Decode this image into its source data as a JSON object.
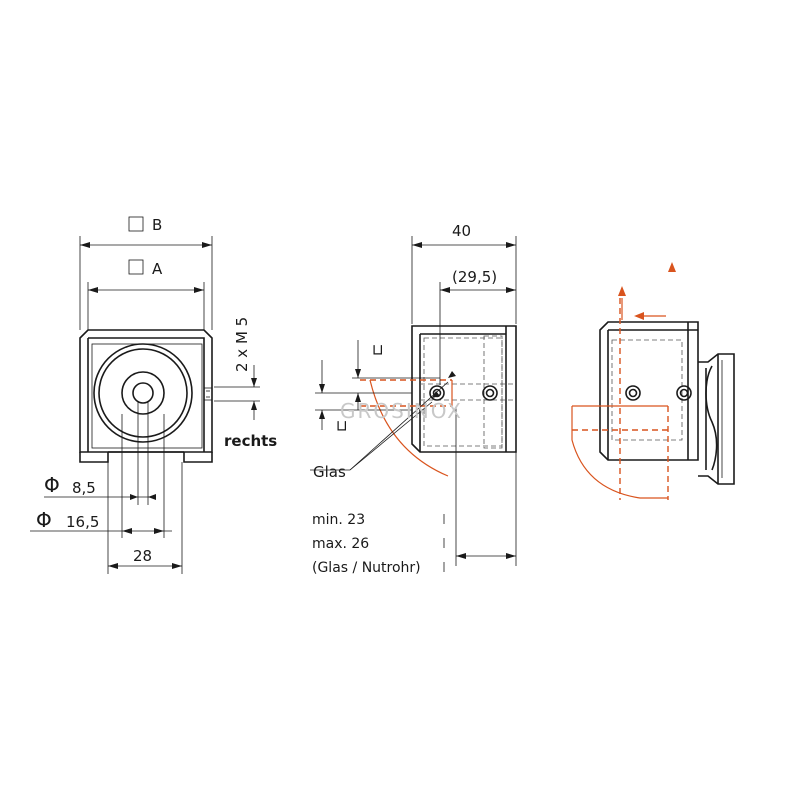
{
  "colors": {
    "line": "#1a1a1a",
    "accent": "#d9541e",
    "watermark": "#c8c8c8"
  },
  "front_view": {
    "dim_B": "B",
    "dim_A": "A",
    "thread": "2 x M 5",
    "side": "rechts",
    "phi_small": "8,5",
    "phi_large": "16,5",
    "width": "28",
    "phi_symbol": "Φ"
  },
  "side_view": {
    "depth": "40",
    "depth_inner": "(29,5)",
    "glass_label": "Glas",
    "dim_small_1": "⊏",
    "dim_small_2": "⊏",
    "min_text": "min. 23",
    "max_text": "max. 26",
    "note_text": "(Glas / Nutrohr)"
  },
  "watermark": "GROSINOX"
}
